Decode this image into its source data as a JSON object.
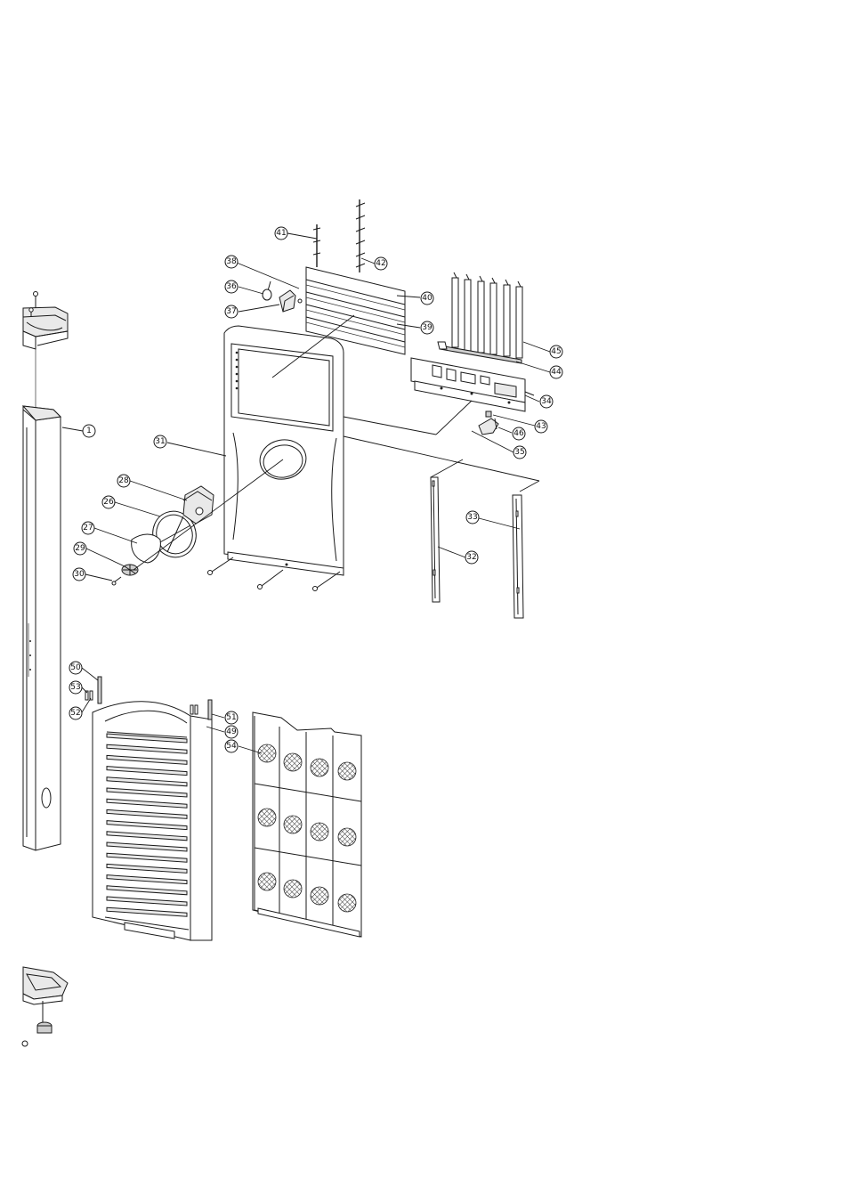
{
  "callouts": [
    {
      "id": "c41",
      "label": "41"
    },
    {
      "id": "c42",
      "label": "42"
    },
    {
      "id": "c38",
      "label": "38"
    },
    {
      "id": "c36",
      "label": "36"
    },
    {
      "id": "c37",
      "label": "37"
    },
    {
      "id": "c40",
      "label": "40"
    },
    {
      "id": "c39",
      "label": "39"
    },
    {
      "id": "c45",
      "label": "45"
    },
    {
      "id": "c44",
      "label": "44"
    },
    {
      "id": "c34",
      "label": "34"
    },
    {
      "id": "c43",
      "label": "43"
    },
    {
      "id": "c46",
      "label": "46"
    },
    {
      "id": "c35",
      "label": "35"
    },
    {
      "id": "c1",
      "label": "1"
    },
    {
      "id": "c31",
      "label": "31"
    },
    {
      "id": "c28",
      "label": "28"
    },
    {
      "id": "c26",
      "label": "26"
    },
    {
      "id": "c27",
      "label": "27"
    },
    {
      "id": "c29",
      "label": "29"
    },
    {
      "id": "c30",
      "label": "30"
    },
    {
      "id": "c33",
      "label": "33"
    },
    {
      "id": "c32",
      "label": "32"
    },
    {
      "id": "c50",
      "label": "50"
    },
    {
      "id": "c53",
      "label": "53"
    },
    {
      "id": "c52",
      "label": "52"
    },
    {
      "id": "c51",
      "label": "51"
    },
    {
      "id": "c49",
      "label": "49"
    },
    {
      "id": "c54",
      "label": "54"
    }
  ],
  "colors": {
    "line": "#1a1a1a",
    "background": "#ffffff",
    "shade": "#e9e9e9"
  }
}
